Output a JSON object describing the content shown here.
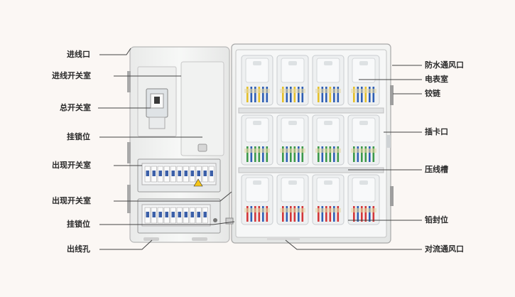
{
  "left_labels": [
    "进线口",
    "进线开关室",
    "总开关室",
    "挂锁位",
    "出现开关室",
    "出现开关室",
    "挂锁位",
    "出线孔"
  ],
  "right_labels": [
    "防水通风口",
    "电表室",
    "铰链",
    "插卡口",
    "压线槽",
    "铅封位",
    "对流通风口"
  ],
  "colors": {
    "background": "#fbf7f4",
    "cabinet": "#f4f5f4",
    "panel_border": "#bcbcbc",
    "breaker_blue": "#3b5fa8",
    "wire_red": "#d4373a",
    "wire_blue": "#2f5fb5",
    "wire_yellow": "#e5c02a",
    "wire_green": "#3d9a4a",
    "leader_line": "#444444"
  },
  "meters": {
    "rows": 3,
    "per_row": 4
  }
}
